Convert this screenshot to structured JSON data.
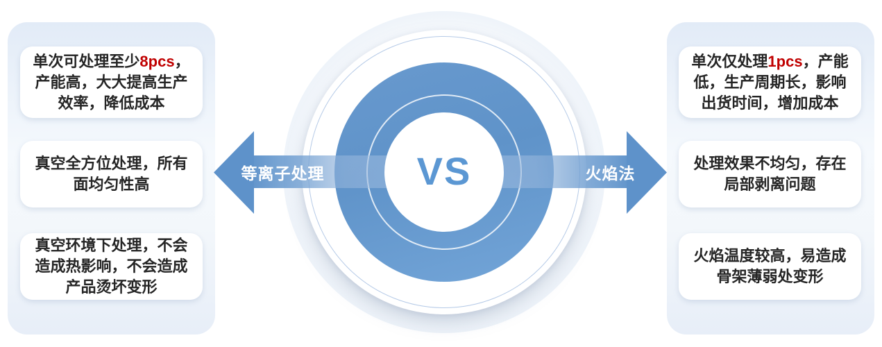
{
  "center": {
    "vs_label": "VS",
    "left_arrow_label": "等离子处理",
    "right_arrow_label": "火焰法"
  },
  "left_panel": {
    "cards": [
      {
        "pre": "单次可处理至少",
        "highlight": "8pcs",
        "post": "，产能高，大大提高生产效率，降低成本"
      },
      {
        "pre": "真空全方位处理，所有面均匀性高",
        "highlight": "",
        "post": ""
      },
      {
        "pre": "真空环境下处理，不会造成热影响，不会造成产品烫坏变形",
        "highlight": "",
        "post": ""
      }
    ]
  },
  "right_panel": {
    "cards": [
      {
        "pre": "单次仅处理",
        "highlight": "1pcs",
        "post": "，产能低，生产周期长，影响出货时间，增加成本"
      },
      {
        "pre": "处理效果不均匀，存在局部剥离问题",
        "highlight": "",
        "post": ""
      },
      {
        "pre": "火焰温度较高，易造成骨架薄弱处变形",
        "highlight": "",
        "post": ""
      }
    ]
  },
  "colors": {
    "arrow_blue": "#5E92CA",
    "ring_blue": "#6297CD",
    "vs_blue": "#5B97D3",
    "highlight_red": "#C00000",
    "panel_tint": "#E4EDF8"
  }
}
